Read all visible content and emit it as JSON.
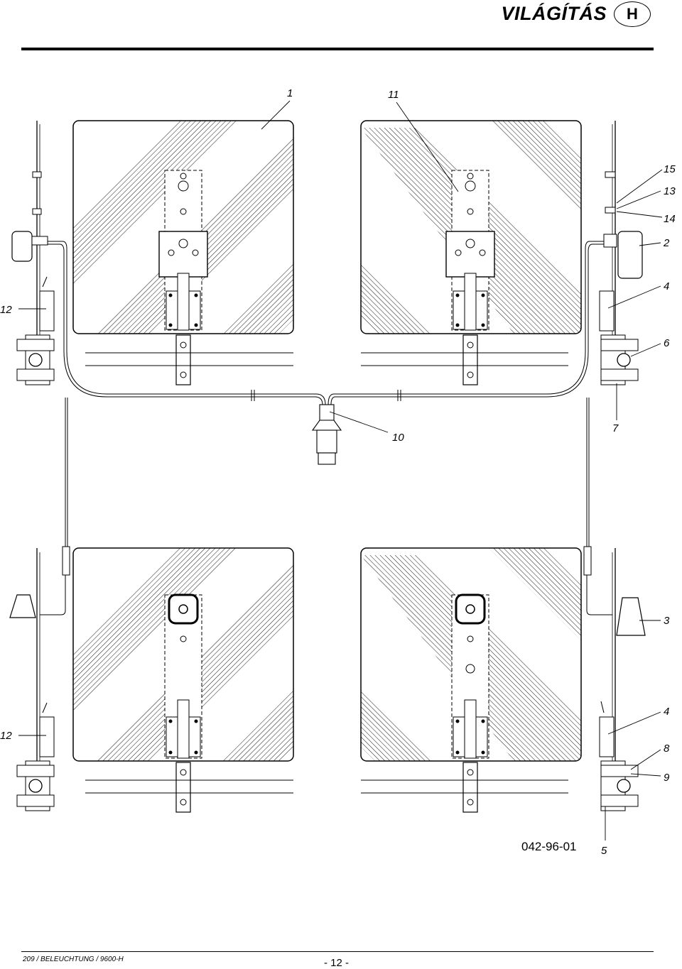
{
  "header": {
    "title": "VILÁGÍTÁS",
    "badge": "H"
  },
  "callouts": {
    "c1": "1",
    "c11": "11",
    "c15": "15",
    "c13": "13",
    "c14": "14",
    "c2": "2",
    "c4a": "4",
    "c12a": "12",
    "c6": "6",
    "c10": "10",
    "c7": "7",
    "c3": "3",
    "c12b": "12",
    "c4b": "4",
    "c8": "8",
    "c9": "9",
    "c5": "5"
  },
  "drawing_number": "042-96-01",
  "footer": {
    "doc_ref": "209 / BELEUCHTUNG / 9600-H",
    "page": "- 12 -"
  },
  "colors": {
    "ink": "#000000",
    "paper": "#ffffff"
  }
}
